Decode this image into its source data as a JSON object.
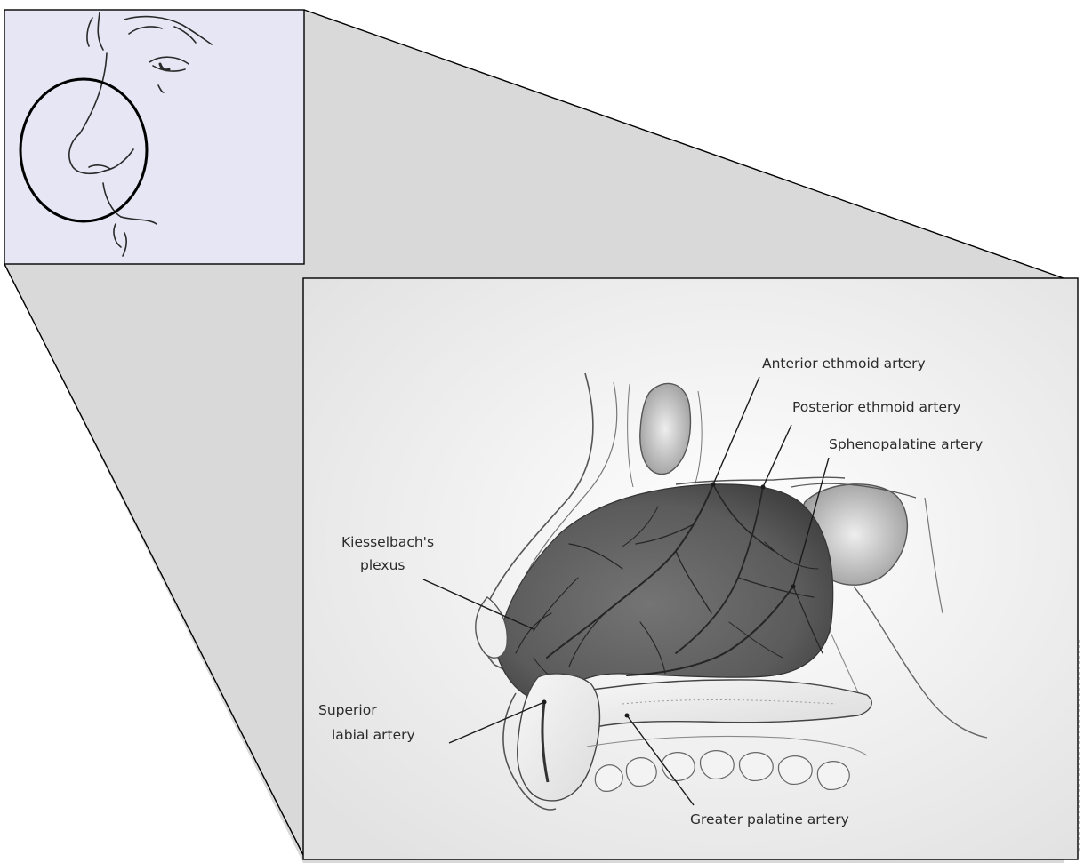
{
  "labels": {
    "anterior_ethmoid": "Anterior ethmoid artery",
    "posterior_ethmoid": "Posterior ethmoid artery",
    "sphenopalatine": "Sphenopalatine artery",
    "kiesselbach_line1": "Kiesselbach's",
    "kiesselbach_line2": "plexus",
    "superior_labial_line1": "Superior",
    "superior_labial_line2": "labial artery",
    "greater_palatine": "Greater palatine artery"
  },
  "colors": {
    "inset_background": "#e6e6f5",
    "zoom_wedge": "#d9d9d9",
    "mucosa_dark": "#5a5a5a",
    "panel_background": "#f4f4f4"
  }
}
